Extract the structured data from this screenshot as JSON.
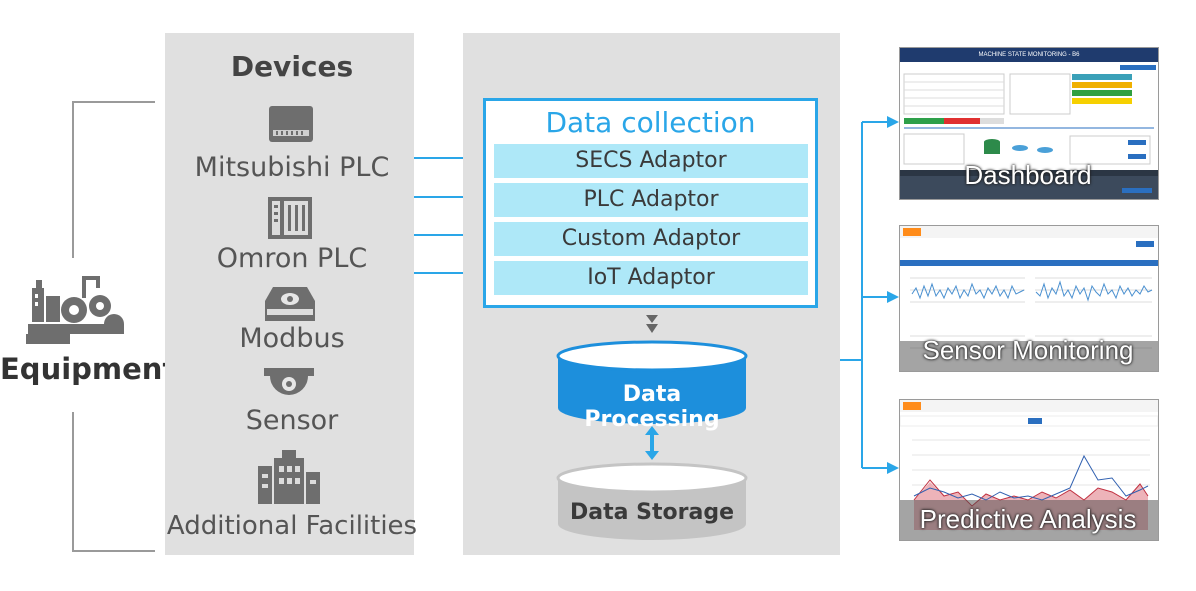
{
  "equipment": {
    "label": "Equipment"
  },
  "devices": {
    "title": "Devices",
    "items": [
      {
        "label": "Mitsubishi PLC",
        "icon": "plc-box-icon"
      },
      {
        "label": "Omron PLC",
        "icon": "omron-module-icon"
      },
      {
        "label": "Modbus",
        "icon": "modbus-device-icon"
      },
      {
        "label": "Sensor",
        "icon": "camera-sensor-icon"
      },
      {
        "label": "Additional Facilities",
        "icon": "facility-building-icon"
      }
    ]
  },
  "collection": {
    "title": "Data collection",
    "adaptors": [
      "SECS Adaptor",
      "PLC Adaptor",
      "Custom Adaptor",
      "IoT Adaptor"
    ]
  },
  "processing": {
    "label": "Data Processing"
  },
  "storage": {
    "label": "Data Storage"
  },
  "outputs": [
    {
      "label": "Dashboard",
      "header": "MACHINE STATE MONITORING - B6"
    },
    {
      "label": "Sensor Monitoring"
    },
    {
      "label": "Predictive Analysis"
    }
  ],
  "colors": {
    "accent": "#2aa6e8",
    "panel": "#e0e0e0",
    "adaptor": "#aee8f8",
    "storage": "#c4c4c4"
  }
}
